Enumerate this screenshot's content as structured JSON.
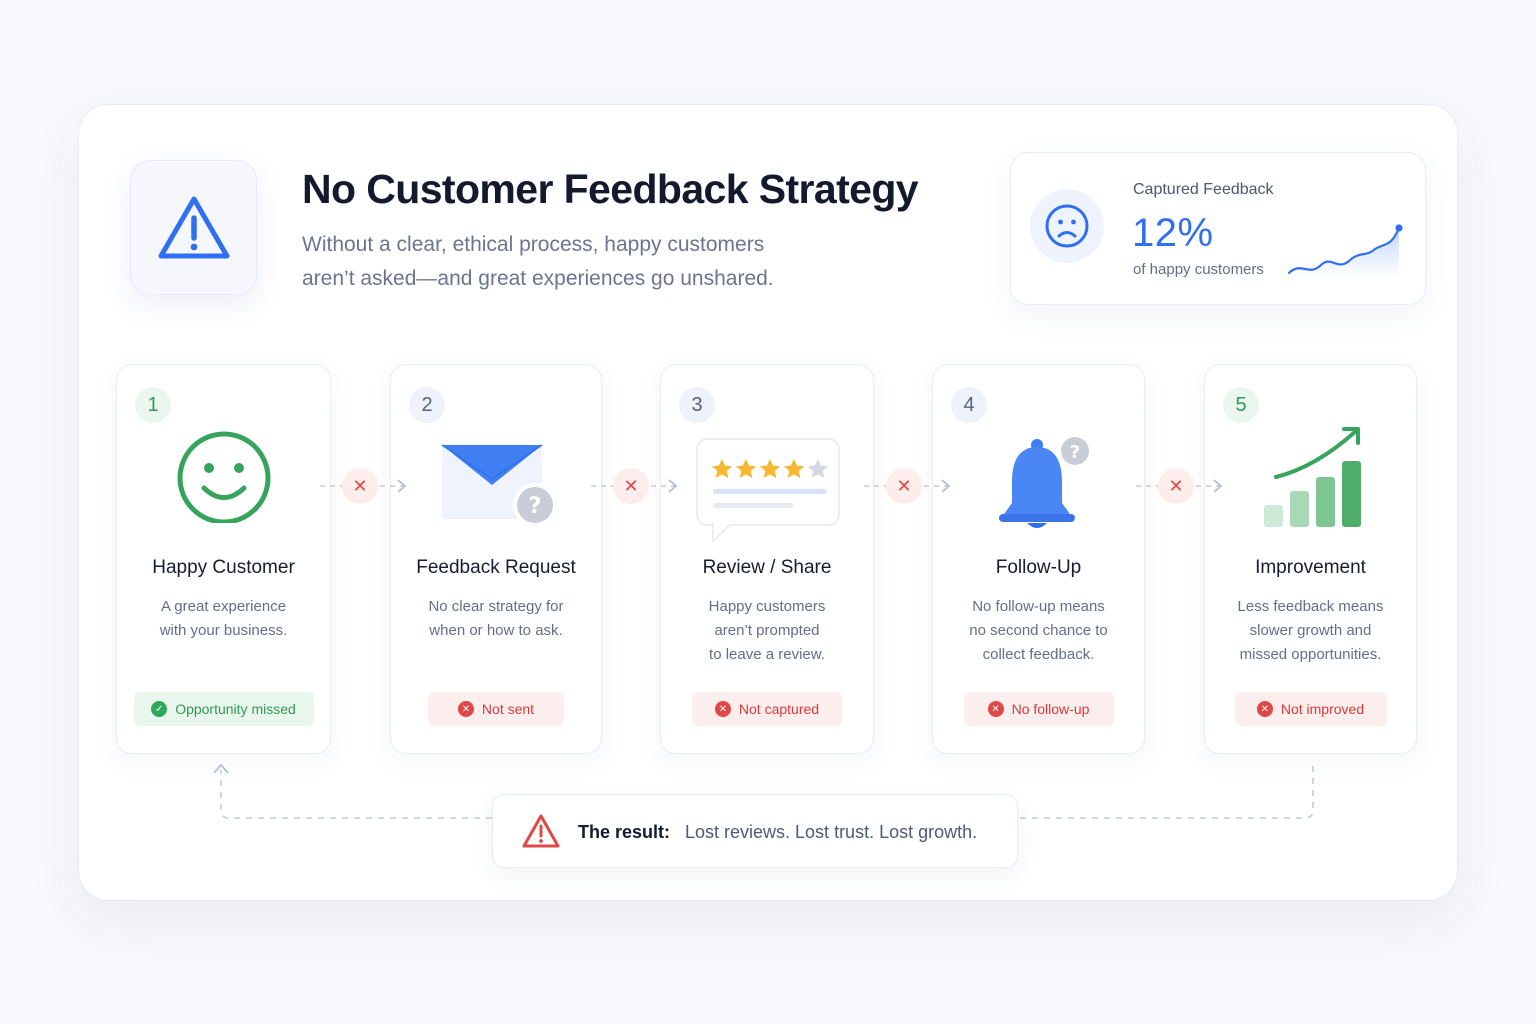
{
  "header": {
    "title": "No Customer Feedback Strategy",
    "subtitle_line1": "Without a clear, ethical process, happy customers",
    "subtitle_line2": "aren’t asked—and great experiences go unshared."
  },
  "stat": {
    "label": "Captured Feedback",
    "value": "12%",
    "caption": "of happy customers",
    "icon": "sad-face-icon",
    "accent": "#2f6ff2"
  },
  "steps": [
    {
      "number": "1",
      "title": "Happy Customer",
      "desc_lines": [
        "A great experience",
        "with your business."
      ],
      "status": "Opportunity missed",
      "status_kind": "ok",
      "icon": "smiley-icon"
    },
    {
      "number": "2",
      "title": "Feedback Request",
      "desc_lines": [
        "No clear strategy for",
        "when or how to ask."
      ],
      "status": "Not sent",
      "status_kind": "error",
      "icon": "envelope-question-icon"
    },
    {
      "number": "3",
      "title": "Review / Share",
      "desc_lines": [
        "Happy customers",
        "aren’t prompted",
        "to leave a review."
      ],
      "status": "Not captured",
      "status_kind": "error",
      "icon": "review-stars-icon"
    },
    {
      "number": "4",
      "title": "Follow-Up",
      "desc_lines": [
        "No follow-up means",
        "no second chance to",
        "collect feedback."
      ],
      "status": "No follow-up",
      "status_kind": "error",
      "icon": "bell-question-icon"
    },
    {
      "number": "5",
      "title": "Improvement",
      "desc_lines": [
        "Less feedback means",
        "slower growth and",
        "missed opportunities."
      ],
      "status": "Not improved",
      "status_kind": "error",
      "icon": "growth-chart-icon"
    }
  ],
  "result": {
    "label": "The result:",
    "text": "Lost reviews. Lost trust. Lost growth."
  },
  "colors": {
    "error": "#e04848",
    "success": "#2f9a55",
    "primary": "#2f6ff2"
  }
}
